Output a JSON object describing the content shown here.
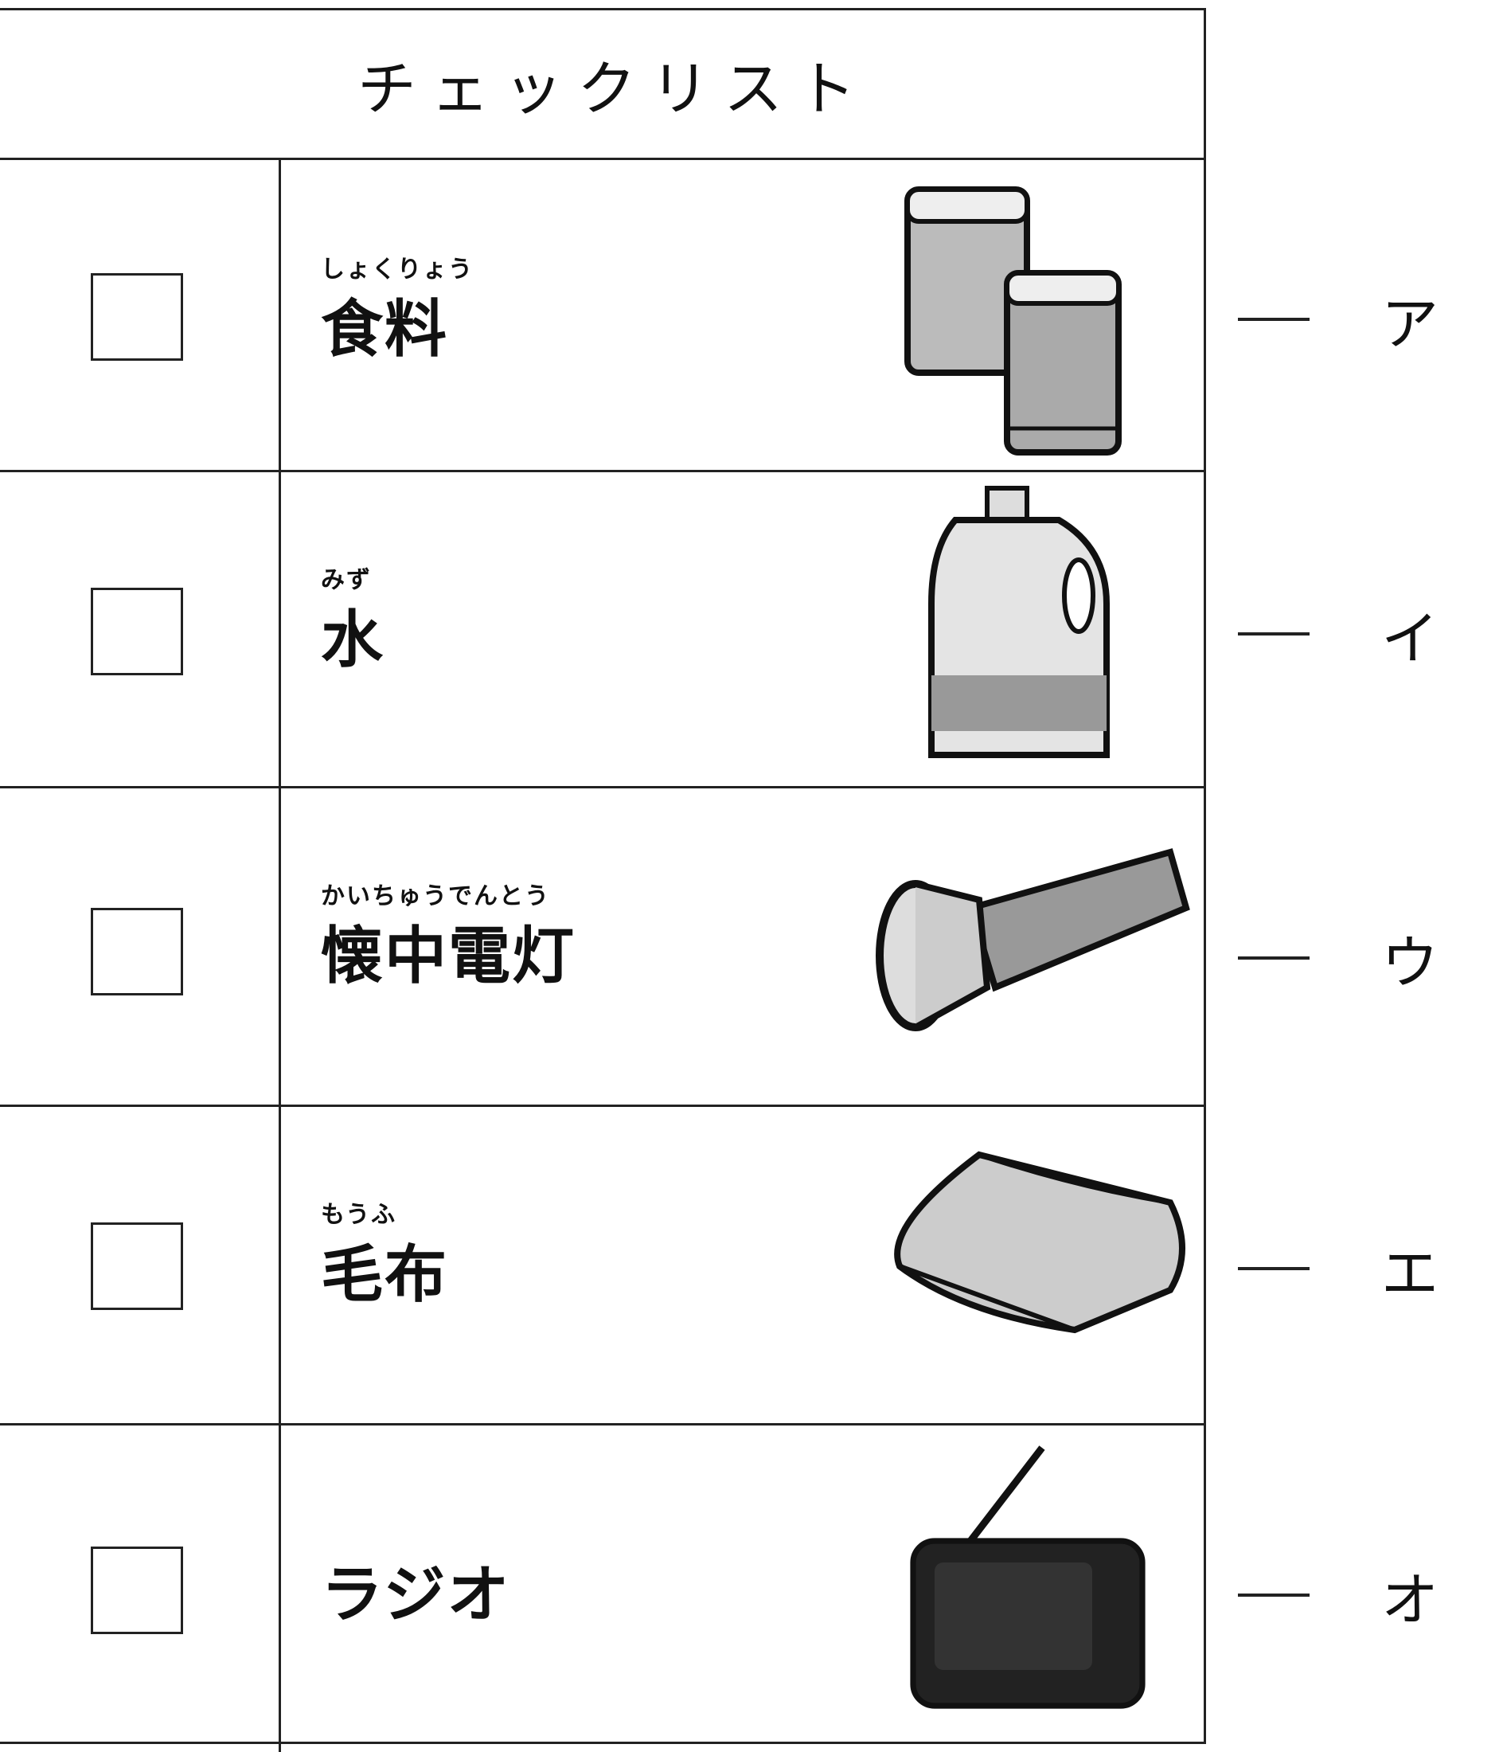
{
  "title": "チェックリスト",
  "items": [
    {
      "ruby": "しょくりょう",
      "word": "食料",
      "letter": "ア",
      "checked": false
    },
    {
      "ruby": "みず",
      "word": "水",
      "letter": "イ",
      "checked": false
    },
    {
      "ruby": "かいちゅうでんとう",
      "word": "懐中電灯",
      "letter": "ウ",
      "checked": false
    },
    {
      "ruby": "もうふ",
      "word": "毛布",
      "letter": "エ",
      "checked": false
    },
    {
      "ruby": "",
      "word": "ラジオ",
      "letter": "オ",
      "checked": false
    }
  ]
}
